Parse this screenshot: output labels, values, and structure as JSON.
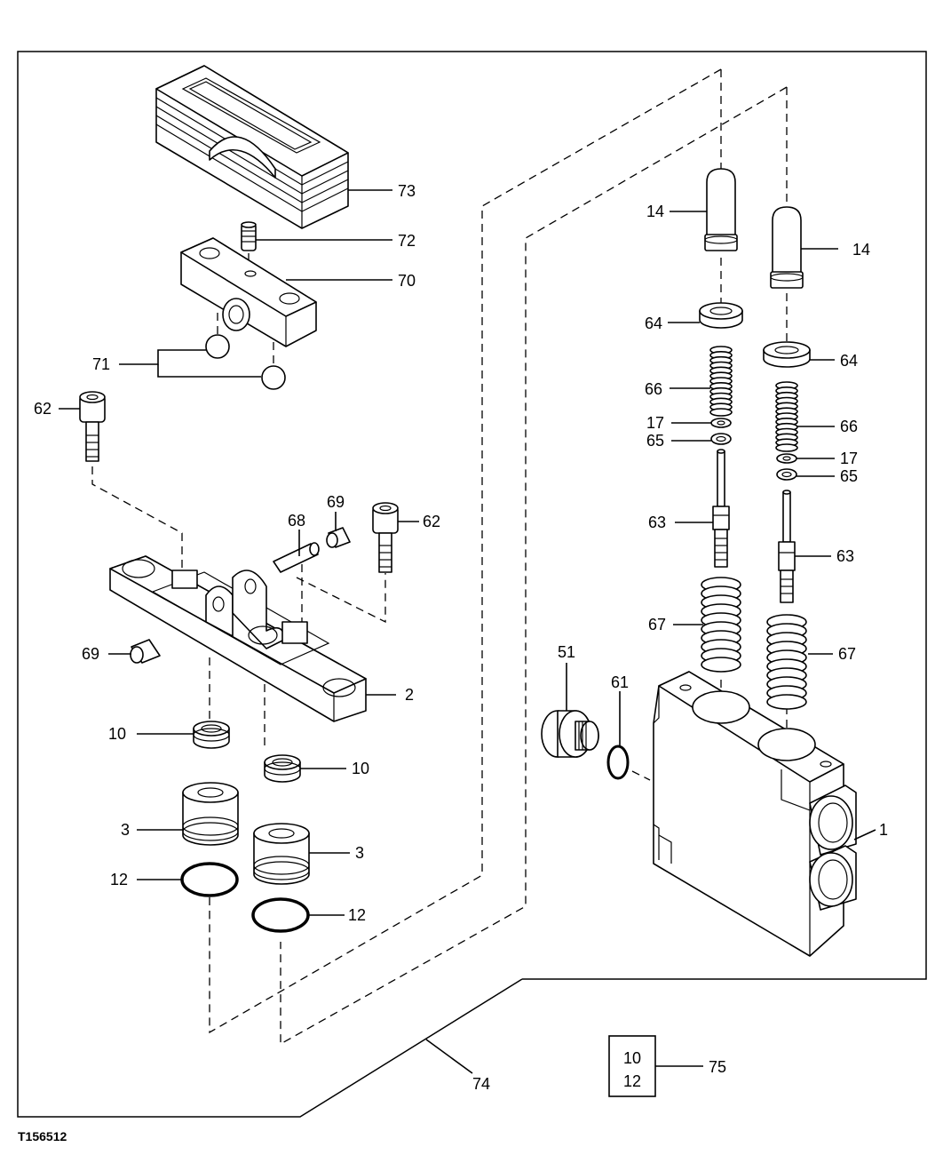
{
  "figure_id": "T156512",
  "callouts": {
    "c73": "73",
    "c72": "72",
    "c70": "70",
    "c71": "71",
    "c62a": "62",
    "c62b": "62",
    "c68": "68",
    "c69a": "69",
    "c69b": "69",
    "c2": "2",
    "c10a": "10",
    "c10b": "10",
    "c3a": "3",
    "c3b": "3",
    "c12a": "12",
    "c12b": "12",
    "c14a": "14",
    "c14b": "14",
    "c64a": "64",
    "c64b": "64",
    "c66a": "66",
    "c66b": "66",
    "c17a": "17",
    "c17b": "17",
    "c65a": "65",
    "c65b": "65",
    "c63a": "63",
    "c63b": "63",
    "c67a": "67",
    "c67b": "67",
    "c51": "51",
    "c61": "61",
    "c1": "1",
    "c74": "74",
    "c75": "75"
  },
  "kit_box": {
    "line1": "10",
    "line2": "12"
  }
}
